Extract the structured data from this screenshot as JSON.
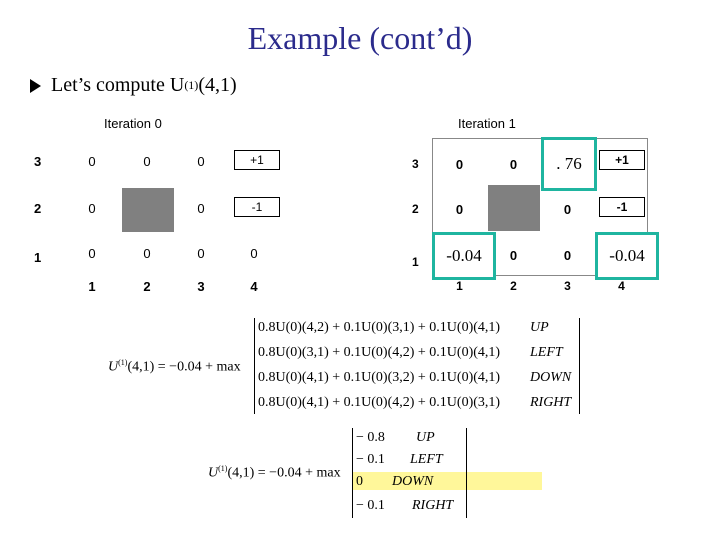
{
  "title": "Example (cont’d)",
  "bullet": {
    "text_prefix": "Let’s compute U",
    "superscript": "(1)",
    "text_suffix": "(4,1)"
  },
  "iteration0": {
    "label": "Iteration 0",
    "row_labels": [
      "3",
      "2",
      "1"
    ],
    "col_labels": [
      "1",
      "2",
      "3",
      "4"
    ],
    "rows": [
      [
        "0",
        "0",
        "0",
        "+1"
      ],
      [
        "0",
        "",
        "0",
        "-1"
      ],
      [
        "0",
        "0",
        "0",
        "0"
      ]
    ]
  },
  "iteration1": {
    "label": "Iteration 1",
    "row_labels": [
      "3",
      "2",
      "1"
    ],
    "col_labels": [
      "1",
      "2",
      "3",
      "4"
    ],
    "rows": [
      [
        "0",
        "0",
        ". 76",
        "+1"
      ],
      [
        "0",
        "",
        "0",
        "-1"
      ],
      [
        "-0.04",
        "0",
        "0",
        "-0.04"
      ]
    ]
  },
  "equation1": {
    "lhs": "U",
    "lhs_sup": "(1)",
    "lhs_args": "(4,1) = −0.04 + max",
    "terms": [
      {
        "expr": "0.8U(0)(4,2) + 0.1U(0)(3,1) + 0.1U(0)(4,1)",
        "action": "UP"
      },
      {
        "expr": "0.8U(0)(3,1) + 0.1U(0)(4,2) + 0.1U(0)(4,1)",
        "action": "LEFT"
      },
      {
        "expr": "0.8U(0)(4,1) + 0.1U(0)(3,2) + 0.1U(0)(4,1)",
        "action": "DOWN"
      },
      {
        "expr": "0.8U(0)(4,1) + 0.1U(0)(4,2) + 0.1U(0)(3,1)",
        "action": "RIGHT"
      }
    ]
  },
  "equation2": {
    "lhs": "U",
    "lhs_sup": "(1)",
    "lhs_args": "(4,1) = −0.04 + max",
    "terms": [
      {
        "value": "− 0.8",
        "action": "UP"
      },
      {
        "value": "− 0.1",
        "action": "LEFT"
      },
      {
        "value": "0",
        "action": "DOWN"
      },
      {
        "value": "− 0.1",
        "action": "RIGHT"
      }
    ],
    "highlighted_row": 2,
    "highlight_color": "#fff79a"
  },
  "colors": {
    "title": "#2b2b8c",
    "highlight_border": "#1fb5a0",
    "obstacle": "#808080"
  }
}
